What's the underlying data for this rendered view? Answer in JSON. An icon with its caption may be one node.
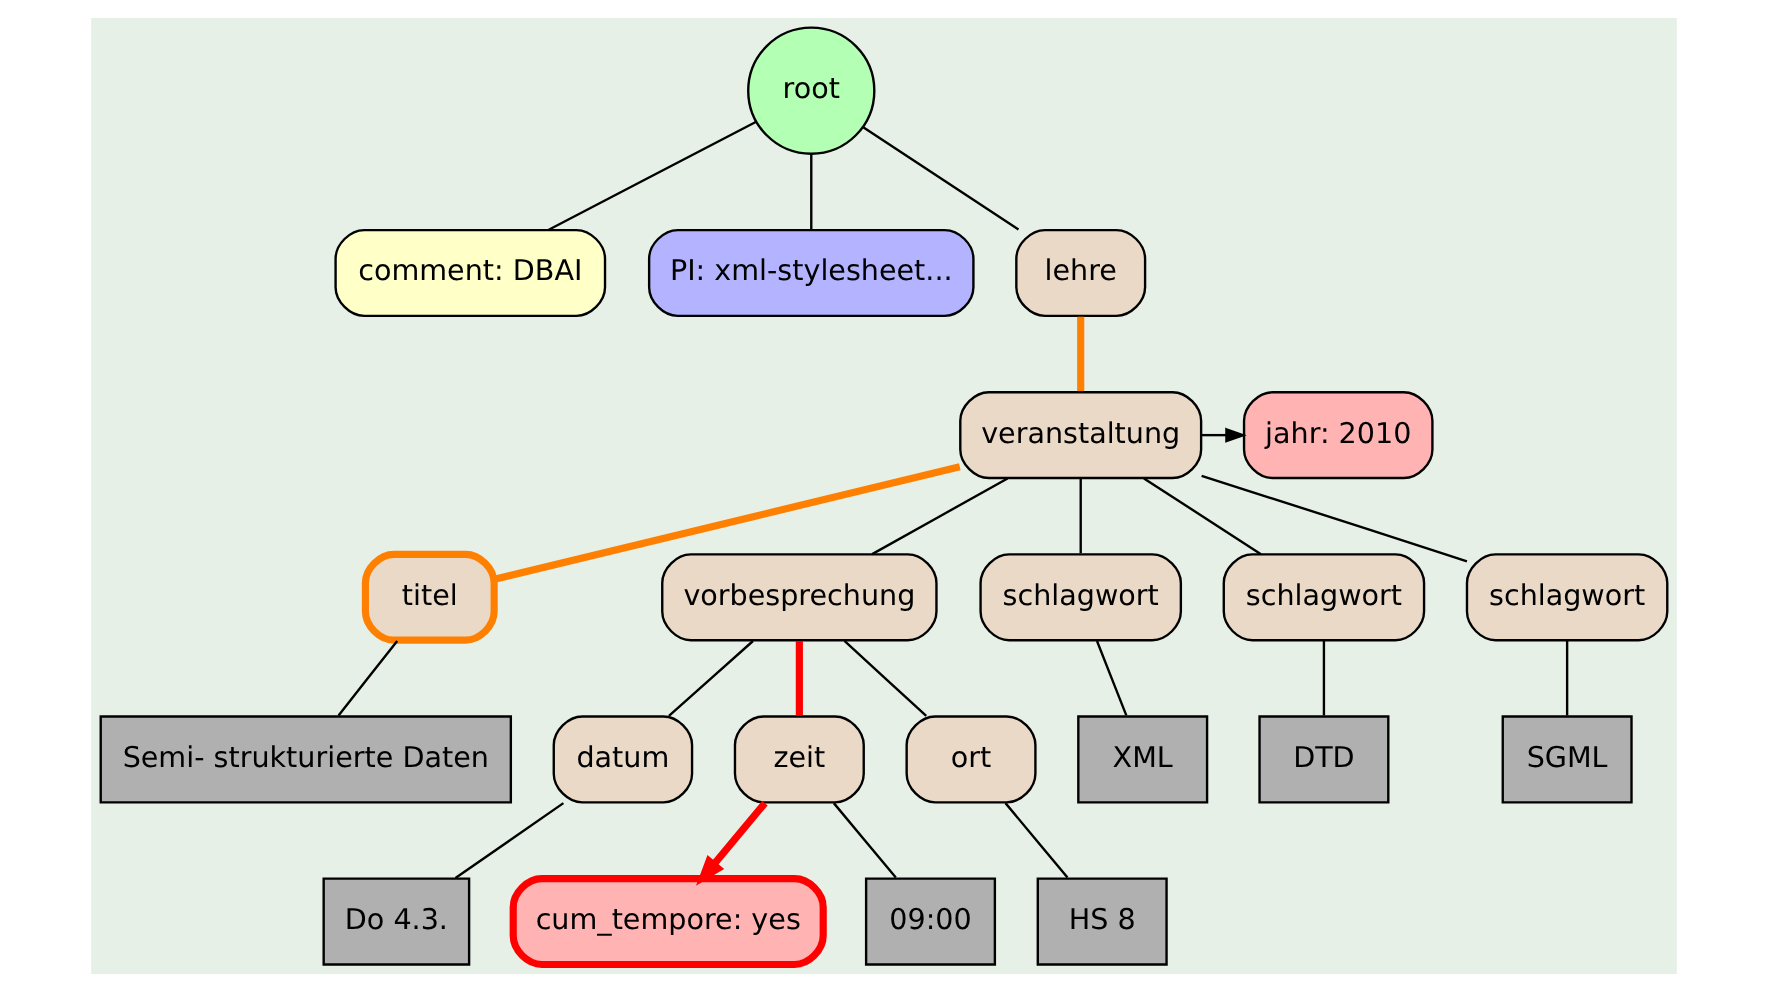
{
  "diagram": {
    "nodes": [
      {
        "text": [
          "root"
        ]
      },
      {
        "text": [
          "comment: DBAI"
        ]
      },
      {
        "text": [
          "PI: xml-stylesheet..."
        ]
      },
      {
        "text": [
          "lehre"
        ]
      },
      {
        "text": [
          "veranstaltung"
        ]
      },
      {
        "text": [
          "jahr: 2010"
        ]
      },
      {
        "text": [
          "titel"
        ]
      },
      {
        "text": [
          "vorbesprechung"
        ]
      },
      {
        "text": [
          "schlagwort"
        ]
      },
      {
        "text": [
          "schlagwort"
        ]
      },
      {
        "text": [
          "schlagwort"
        ]
      },
      {
        "text": [
          "Semi- strukturierte Daten"
        ]
      },
      {
        "text": [
          "datum"
        ]
      },
      {
        "text": [
          "zeit"
        ]
      },
      {
        "text": [
          "ort"
        ]
      },
      {
        "text": [
          "XML"
        ]
      },
      {
        "text": [
          "DTD"
        ]
      },
      {
        "text": [
          "SGML"
        ]
      },
      {
        "text": [
          "cum_tempore: yes"
        ]
      },
      {
        "text": [
          "Do 4.3."
        ]
      },
      {
        "text": [
          "09:00"
        ]
      },
      {
        "text": [
          "HS 8"
        ]
      }
    ],
    "edges": [
      {
        "from": 0,
        "to": 1,
        "arrow": "none"
      },
      {
        "from": 0,
        "to": 2,
        "arrow": "none"
      },
      {
        "from": 0,
        "to": 3,
        "arrow": "none"
      },
      {
        "from": 3,
        "to": 4,
        "arrow": "none",
        "style": "thick",
        "color": "#ff8000"
      },
      {
        "from": 4,
        "to": 5,
        "arrow": "to"
      },
      {
        "from": 4,
        "to": 6,
        "arrow": "none",
        "style": "thick",
        "color": "#ff8000"
      },
      {
        "from": 4,
        "to": 7,
        "arrow": "none"
      },
      {
        "from": 4,
        "to": 8,
        "arrow": "none"
      },
      {
        "from": 4,
        "to": 9,
        "arrow": "none"
      },
      {
        "from": 4,
        "to": 10,
        "arrow": "none"
      },
      {
        "from": 6,
        "to": 11,
        "arrow": "none"
      },
      {
        "from": 7,
        "to": 12,
        "arrow": "none"
      },
      {
        "from": 7,
        "to": 13,
        "arrow": "none",
        "style": "thick",
        "color": "#ff0000"
      },
      {
        "from": 7,
        "to": 14,
        "arrow": "none"
      },
      {
        "from": 8,
        "to": 15,
        "arrow": "none"
      },
      {
        "from": 9,
        "to": 16,
        "arrow": "none"
      },
      {
        "from": 10,
        "to": 17,
        "arrow": "none"
      },
      {
        "from": 13,
        "to": 18,
        "arrow": "to",
        "style": "thick",
        "color": "#ff0000"
      },
      {
        "from": 12,
        "to": 19,
        "arrow": "none"
      },
      {
        "from": 13,
        "to": 20,
        "arrow": "none"
      },
      {
        "from": 14,
        "to": 21,
        "arrow": "none"
      }
    ]
  }
}
